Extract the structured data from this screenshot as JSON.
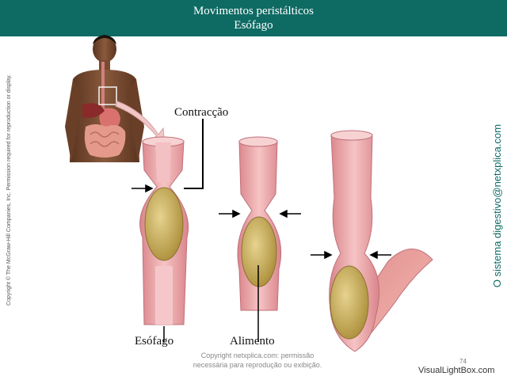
{
  "header": {
    "title_line1": "Movimentos peristálticos",
    "title_line2": "Esófago"
  },
  "copyright_vertical": "Copyright © The McGraw-Hill Companies, Inc. Permission required for reproduction or display.",
  "side_text": "O sistema digestivo@netxplica.com",
  "labels": {
    "contraction": "Contracção",
    "esophagus": "Esófago",
    "food": "Alimento"
  },
  "footer": {
    "copyright_line1": "Copyright netxplica.com: permissão",
    "copyright_line2": "necessária para reprodução ou exibição.",
    "page_number": "74",
    "watermark": "VisualLightBox.com"
  },
  "colors": {
    "header_bg": "#0e6b64",
    "tissue": "#eaa0a0",
    "food": "#c7ad55",
    "side_text": "#0e6b64"
  }
}
